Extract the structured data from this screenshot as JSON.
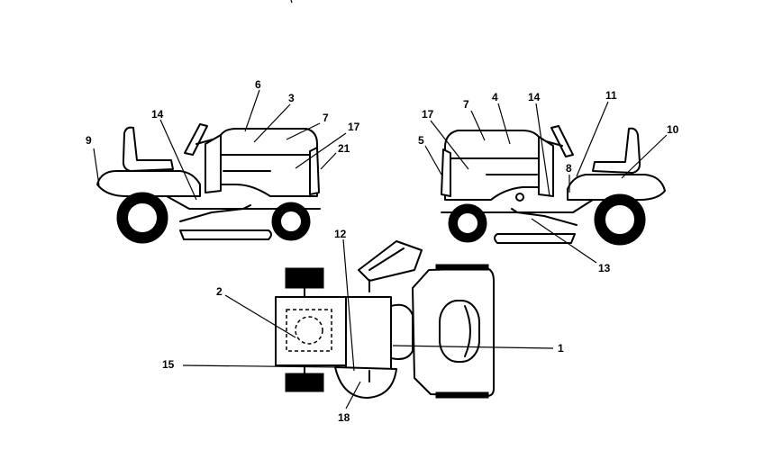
{
  "callouts": {
    "left_tractor": {
      "c9": "9",
      "c14": "14",
      "c6": "6",
      "c3": "3",
      "c7": "7",
      "c17": "17",
      "c21": "21"
    },
    "right_tractor": {
      "c17": "17",
      "c7": "7",
      "c4": "4",
      "c14": "14",
      "c11": "11",
      "c10": "10",
      "c5": "5",
      "c8": "8",
      "c13": "13"
    },
    "top_view": {
      "c12": "12",
      "c2": "2",
      "c1": "1",
      "c15": "15",
      "c18": "18"
    }
  },
  "colors": {
    "ink": "#000000",
    "paper": "#ffffff"
  }
}
